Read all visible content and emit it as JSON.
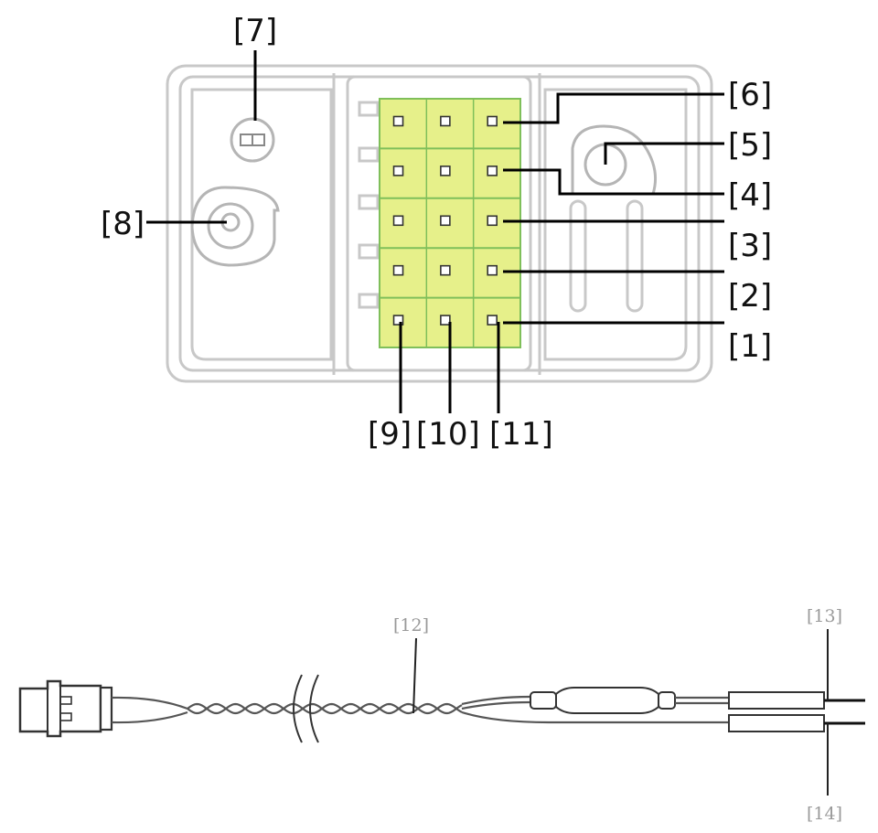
{
  "receiver": {
    "labels": {
      "l1": "[1]",
      "l2": "[2]",
      "l3": "[3]",
      "l4": "[4]",
      "l5": "[5]",
      "l6": "[6]",
      "l7": "[7]",
      "l8": "[8]",
      "l9": "[9]",
      "l10": "[10]",
      "l11": "[11]"
    },
    "pin_grid": {
      "rows": 5,
      "cols": 3,
      "highlight_color": "#e6f08a",
      "grid_color": "#7fbf5a"
    }
  },
  "cable": {
    "labels": {
      "l12": "[12]",
      "l13": "[13]",
      "l14": "[14]"
    }
  }
}
